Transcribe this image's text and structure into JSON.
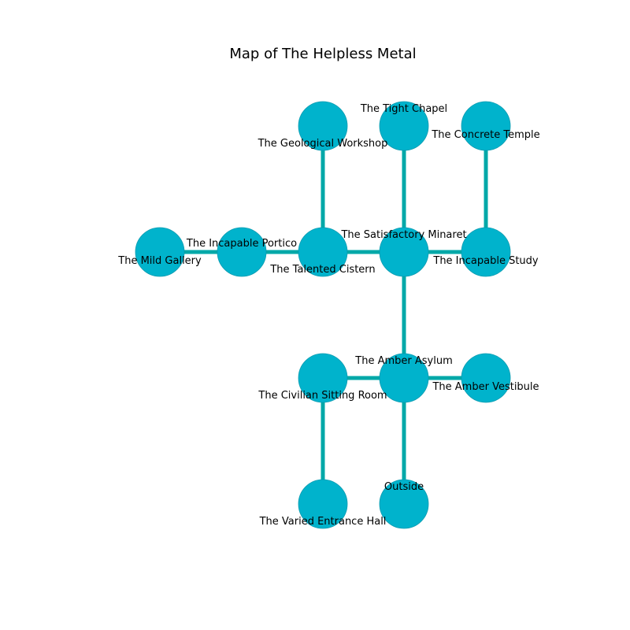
{
  "title": "Map of The Helpless Metal",
  "colors": {
    "node_fill": "#00b3cc",
    "node_stroke": "#0a9bb0",
    "edge": "#00a8a8",
    "text": "#000000"
  },
  "rooms": [
    {
      "id": "geological_workshop",
      "name": "The Geological Workshop"
    },
    {
      "id": "tight_chapel",
      "name": "The Tight Chapel"
    },
    {
      "id": "concrete_temple",
      "name": "The Concrete Temple"
    },
    {
      "id": "mild_gallery",
      "name": "The Mild Gallery"
    },
    {
      "id": "incapable_portico",
      "name": "The Incapable Portico"
    },
    {
      "id": "talented_cistern",
      "name": "The Talented Cistern"
    },
    {
      "id": "satisfactory_minaret",
      "name": "The Satisfactory Minaret"
    },
    {
      "id": "incapable_study",
      "name": "The Incapable Study"
    },
    {
      "id": "civilian_sitting_room",
      "name": "The Civilian Sitting Room"
    },
    {
      "id": "amber_asylum",
      "name": "The Amber Asylum"
    },
    {
      "id": "amber_vestibule",
      "name": "The Amber Vestibule"
    },
    {
      "id": "varied_entrance_hall",
      "name": "The Varied Entrance Hall"
    },
    {
      "id": "outside",
      "name": "Outside"
    }
  ],
  "connections": [
    [
      "mild_gallery",
      "incapable_portico"
    ],
    [
      "incapable_portico",
      "talented_cistern"
    ],
    [
      "talented_cistern",
      "satisfactory_minaret"
    ],
    [
      "satisfactory_minaret",
      "incapable_study"
    ],
    [
      "talented_cistern",
      "geological_workshop"
    ],
    [
      "satisfactory_minaret",
      "tight_chapel"
    ],
    [
      "incapable_study",
      "concrete_temple"
    ],
    [
      "satisfactory_minaret",
      "amber_asylum"
    ],
    [
      "civilian_sitting_room",
      "amber_asylum"
    ],
    [
      "amber_asylum",
      "amber_vestibule"
    ],
    [
      "civilian_sitting_room",
      "varied_entrance_hall"
    ],
    [
      "amber_asylum",
      "outside"
    ]
  ]
}
